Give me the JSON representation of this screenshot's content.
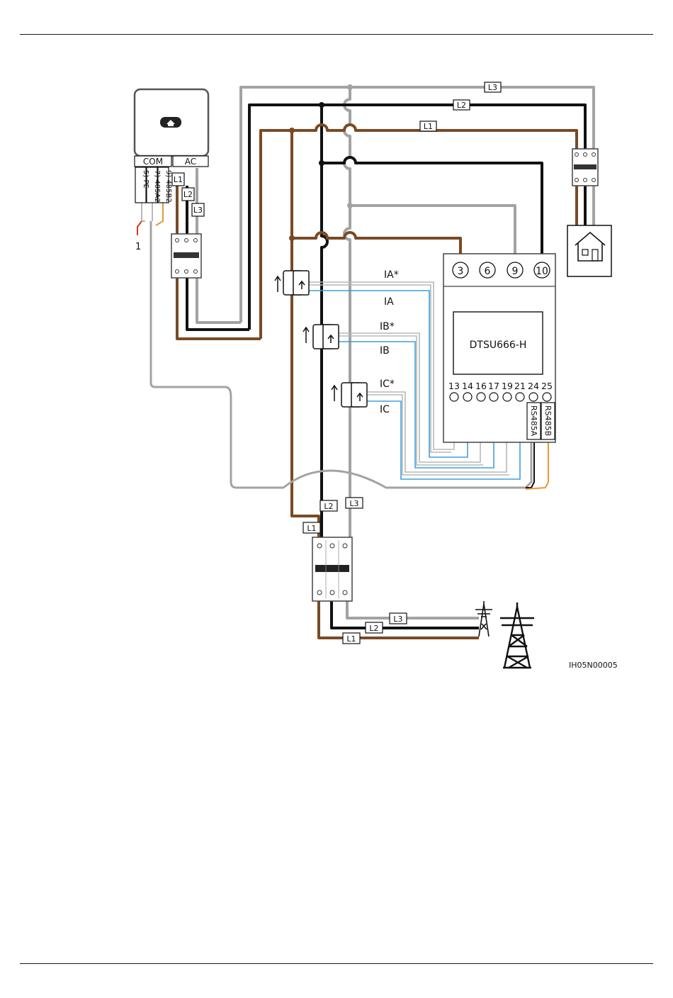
{
  "colors": {
    "l1": "#7a4a24",
    "l2": "#111111",
    "l3": "#a3a3a3",
    "ct": "#3ea0dd",
    "ct_star": "#b8b8b8",
    "rs485b": "#e59a2e",
    "com_red": "#d63b1f"
  },
  "inverter": {
    "logo_icon": "house-icon",
    "com_label": "COM",
    "ac_label": "AC",
    "pins": [
      "5) PE",
      "7) 485A2",
      "9) 485B2"
    ],
    "callout": "1"
  },
  "lines": {
    "l1": "L1",
    "l2": "L2",
    "l3": "L3"
  },
  "meter": {
    "model": "DTSU666-H",
    "top_terminals": [
      "3",
      "6",
      "9",
      "10"
    ],
    "bottom_terminals": [
      "13",
      "14",
      "16",
      "17",
      "19",
      "21",
      "24",
      "25"
    ],
    "rs485a": "RS485A",
    "rs485b": "RS485B"
  },
  "ct": {
    "ia_star": "IA*",
    "ia": "IA",
    "ib_star": "IB*",
    "ib": "IB",
    "ic_star": "IC*",
    "ic": "IC"
  },
  "figure_id": "IH05N00005"
}
